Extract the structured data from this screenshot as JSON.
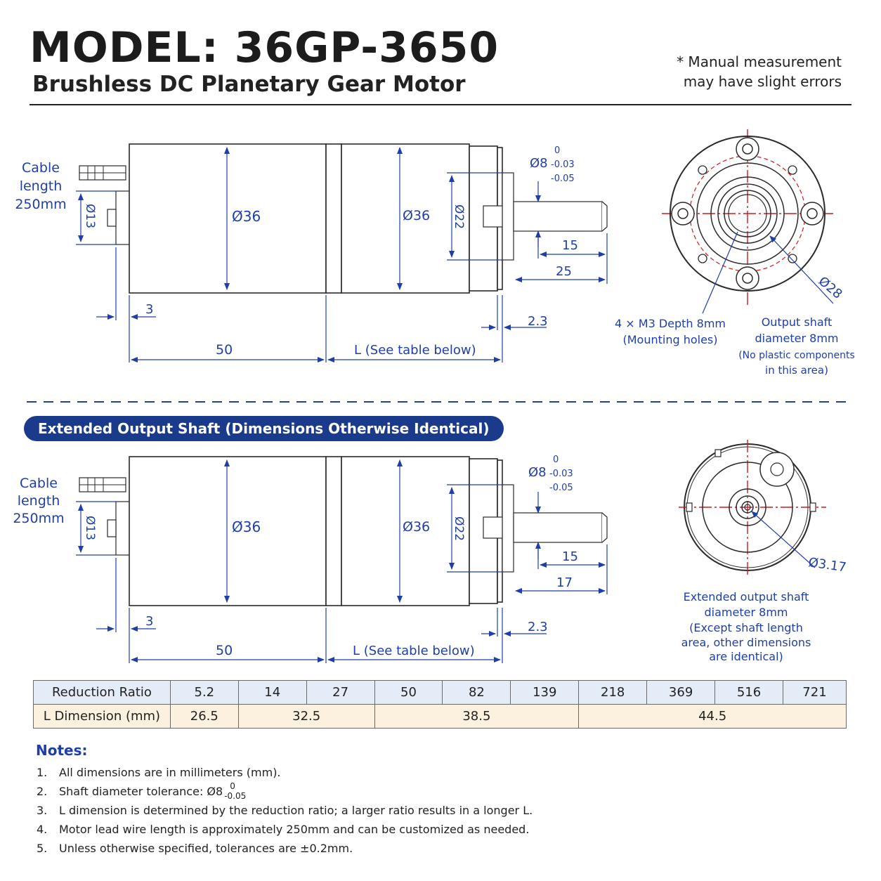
{
  "header": {
    "title": "MODEL:  36GP-3650",
    "subtitle": "Brushless DC Planetary Gear Motor",
    "note_line1": "* Manual measurement",
    "note_line2": "may have slight errors"
  },
  "top_drawing": {
    "cable_line1": "Cable",
    "cable_line2": "length",
    "cable_line3": "250mm",
    "dia_body1": "Ø36",
    "dia_body2": "Ø36",
    "dia_cap": "Ø13",
    "dia_boss": "Ø22",
    "shaft_dia": "Ø8",
    "tol_zero": "0",
    "tol_hi": "-0.03",
    "tol_lo": "-0.05",
    "dim_15": "15",
    "dim_25": "25",
    "dim_3": "3",
    "dim_23": "2.3",
    "dim_50": "50",
    "dim_L": "L (See table below)",
    "dia_pcd": "Ø28",
    "holes_line1": "4 × M3 Depth 8mm",
    "holes_line2": "(Mounting holes)",
    "shaft_note1": "Output shaft",
    "shaft_note2": "diameter 8mm",
    "shaft_note3": "(No plastic components",
    "shaft_note4": "in this area)"
  },
  "section_badge": "Extended Output Shaft (Dimensions Otherwise Identical)",
  "bottom_drawing": {
    "cable_line1": "Cable",
    "cable_line2": "length",
    "cable_line3": "250mm",
    "dia_body1": "Ø36",
    "dia_body2": "Ø36",
    "dia_cap": "Ø13",
    "dia_boss": "Ø22",
    "shaft_dia": "Ø8",
    "tol_zero": "0",
    "tol_hi": "-0.03",
    "tol_lo": "-0.05",
    "dim_15": "15",
    "dim_17": "17",
    "dim_3": "3",
    "dim_23": "2.3",
    "dim_50": "50",
    "dim_L": "L (See table below)",
    "dia_small": "Ø3.17",
    "ext_note1": "Extended output shaft",
    "ext_note2": "diameter 8mm",
    "ext_note3": "(Except shaft length",
    "ext_note4": "area, other dimensions",
    "ext_note5": "are identical)"
  },
  "table": {
    "row1_label": "Reduction Ratio",
    "ratios": [
      "5.2",
      "14",
      "27",
      "50",
      "82",
      "139",
      "218",
      "369",
      "516",
      "721"
    ],
    "row2_label": "L Dimension (mm)",
    "l_values": [
      "26.5",
      "32.5",
      "38.5",
      "44.5"
    ]
  },
  "notes": {
    "heading": "Notes:",
    "items": [
      {
        "num": "1.",
        "text": "All dimensions are in millimeters (mm)."
      },
      {
        "num": "2.",
        "text": "Shaft diameter tolerance: Ø8",
        "tol_top": "0",
        "tol_bottom": "-0.05"
      },
      {
        "num": "3.",
        "text": "L dimension is determined by the reduction ratio; a larger ratio results in a longer L."
      },
      {
        "num": "4.",
        "text": "Motor lead wire length is approximately 250mm and can be customized as needed."
      },
      {
        "num": "5.",
        "text": "Unless otherwise specified, tolerances are ±0.2mm."
      }
    ]
  },
  "colors": {
    "accent_blue": "#1f3fa6",
    "badge_blue": "#1a3a8c",
    "center_line_red": "#d11a1a",
    "table_row1": "#e4ecf8",
    "table_row2": "#fcf1de"
  }
}
